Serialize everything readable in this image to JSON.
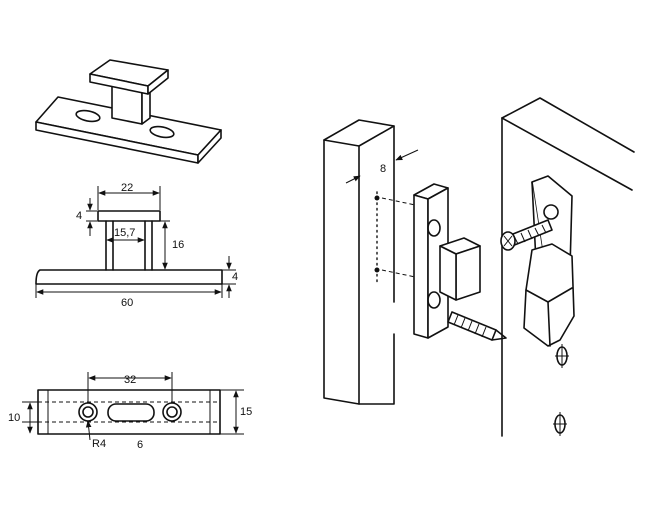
{
  "dimensions": {
    "top_width": "22",
    "top_thickness": "4",
    "stem_width": "15,7",
    "stem_height": "16",
    "base_thickness": "4",
    "base_length": "60",
    "hole_spacing": "32",
    "plate_width": "15",
    "slot_width": "10",
    "radius": "R4",
    "slot_length": "6",
    "mount_offset": "8"
  }
}
